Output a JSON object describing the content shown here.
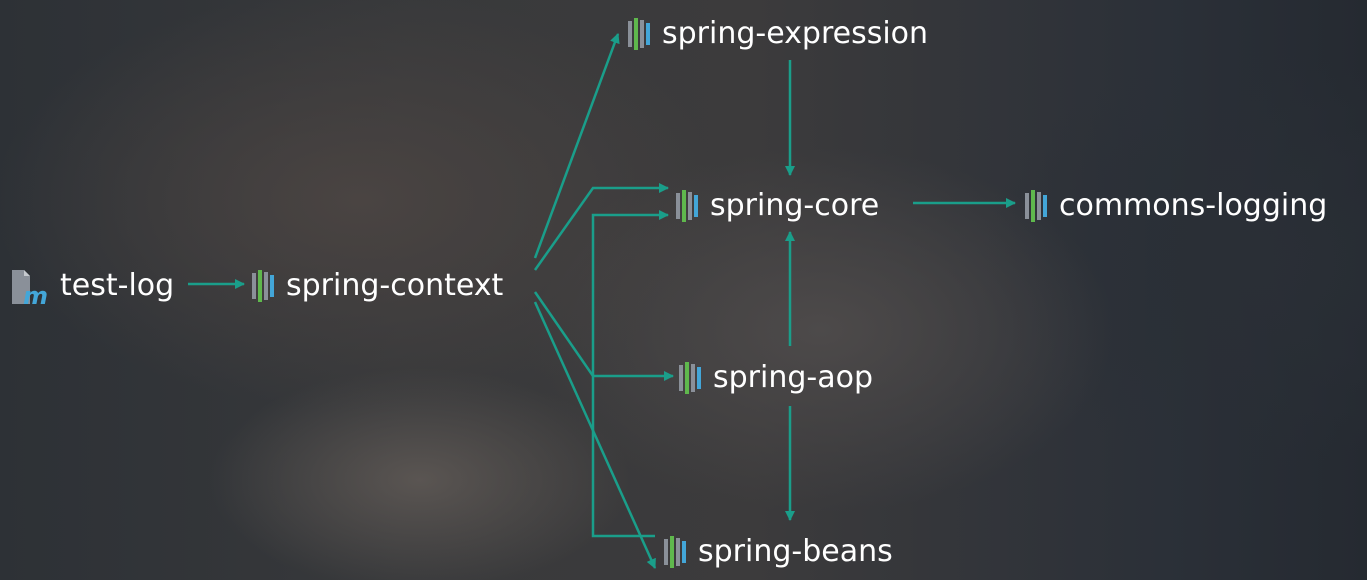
{
  "graph": {
    "nodes": {
      "test_log": {
        "label": "test-log",
        "icon": "maven-module-icon"
      },
      "spring_context": {
        "label": "spring-context",
        "icon": "library-icon"
      },
      "spring_expression": {
        "label": "spring-expression",
        "icon": "library-icon"
      },
      "spring_core": {
        "label": "spring-core",
        "icon": "library-icon"
      },
      "commons_logging": {
        "label": "commons-logging",
        "icon": "library-icon"
      },
      "spring_aop": {
        "label": "spring-aop",
        "icon": "library-icon"
      },
      "spring_beans": {
        "label": "spring-beans",
        "icon": "library-icon"
      }
    },
    "edges": [
      [
        "test_log",
        "spring_context"
      ],
      [
        "spring_context",
        "spring_expression"
      ],
      [
        "spring_context",
        "spring_core"
      ],
      [
        "spring_context",
        "spring_aop"
      ],
      [
        "spring_context",
        "spring_beans"
      ],
      [
        "spring_expression",
        "spring_core"
      ],
      [
        "spring_core",
        "commons_logging"
      ],
      [
        "spring_aop",
        "spring_core"
      ],
      [
        "spring_aop",
        "spring_beans"
      ],
      [
        "spring_beans",
        "spring_core"
      ]
    ],
    "colors": {
      "arrow": "#1a9e8a",
      "label": "#ffffff",
      "bar_gray": "#8a9099",
      "bar_green": "#5fb84d",
      "bar_blue": "#43a6d8"
    }
  }
}
